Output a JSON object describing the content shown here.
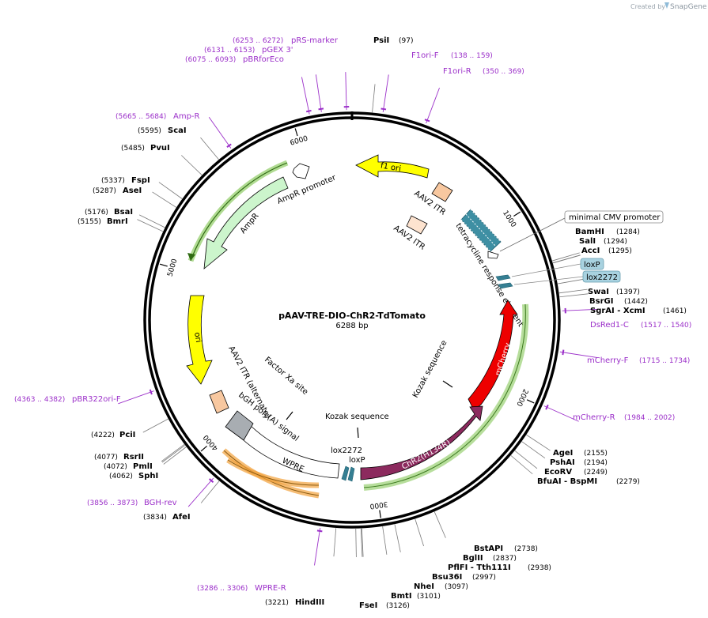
{
  "credit": {
    "prefix": "Created by",
    "brand": "SnapGene"
  },
  "plasmid": {
    "name": "pAAV-TRE-DIO-ChR2-TdTomato",
    "size_label": "6288 bp",
    "length": 6288
  },
  "ticks": [
    {
      "pos": 1000,
      "label": "1000"
    },
    {
      "pos": 2000,
      "label": "2000"
    },
    {
      "pos": 3000,
      "label": "3000"
    },
    {
      "pos": 4000,
      "label": "4000"
    },
    {
      "pos": 5000,
      "label": "5000"
    },
    {
      "pos": 6000,
      "label": "6000"
    }
  ],
  "sites": [
    {
      "name": "PsiI",
      "coord": "(97)",
      "pos": 97
    },
    {
      "name": "BamHI",
      "coord": "(1284)",
      "pos": 1284
    },
    {
      "name": "SalI",
      "coord": "(1294)",
      "pos": 1294
    },
    {
      "name": "AccI",
      "coord": "(1295)",
      "pos": 1295
    },
    {
      "name": "SwaI",
      "coord": "(1397)",
      "pos": 1397
    },
    {
      "name": "BsrGI",
      "coord": "(1442)",
      "pos": 1442
    },
    {
      "name": "SgrAI - XcmI",
      "coord": "(1461)",
      "pos": 1461
    },
    {
      "name": "AgeI",
      "coord": "(2155)",
      "pos": 2155
    },
    {
      "name": "PshAI",
      "coord": "(2194)",
      "pos": 2194
    },
    {
      "name": "EcoRV",
      "coord": "(2249)",
      "pos": 2249
    },
    {
      "name": "BfuAI - BspMI",
      "coord": "(2279)",
      "pos": 2279
    },
    {
      "name": "BstAPI",
      "coord": "(2738)",
      "pos": 2738
    },
    {
      "name": "BglII",
      "coord": "(2837)",
      "pos": 2837
    },
    {
      "name": "PflFI - Tth111I",
      "coord": "(2938)",
      "pos": 2938
    },
    {
      "name": "Bsu36I",
      "coord": "(2997)",
      "pos": 2997
    },
    {
      "name": "NheI",
      "coord": "(3097)",
      "pos": 3097
    },
    {
      "name": "BmtI",
      "coord": "(3101)",
      "pos": 3101
    },
    {
      "name": "FseI",
      "coord": "(3126)",
      "pos": 3126
    },
    {
      "name": "HindIII",
      "coord": "(3221)",
      "pos": 3221
    },
    {
      "name": "AfeI",
      "coord": "(3834)",
      "pos": 3834
    },
    {
      "name": "SphI",
      "coord": "(4062)",
      "pos": 4062
    },
    {
      "name": "PmlI",
      "coord": "(4072)",
      "pos": 4072
    },
    {
      "name": "RsrII",
      "coord": "(4077)",
      "pos": 4077
    },
    {
      "name": "PciI",
      "coord": "(4222)",
      "pos": 4222
    },
    {
      "name": "BmrI",
      "coord": "(5155)",
      "pos": 5155
    },
    {
      "name": "BsaI",
      "coord": "(5176)",
      "pos": 5176
    },
    {
      "name": "AseI",
      "coord": "(5287)",
      "pos": 5287
    },
    {
      "name": "FspI",
      "coord": "(5337)",
      "pos": 5337
    },
    {
      "name": "PvuI",
      "coord": "(5485)",
      "pos": 5485
    },
    {
      "name": "ScaI",
      "coord": "(5595)",
      "pos": 5595
    }
  ],
  "primers": [
    {
      "name": "F1ori-F",
      "range": "(138 .. 159)",
      "pos": 148
    },
    {
      "name": "F1ori-R",
      "range": "(350 .. 369)",
      "pos": 360
    },
    {
      "name": "DsRed1-C",
      "range": "(1517 .. 1540)",
      "pos": 1528
    },
    {
      "name": "mCherry-F",
      "range": "(1715 .. 1734)",
      "pos": 1724
    },
    {
      "name": "mCherry-R",
      "range": "(1984 .. 2002)",
      "pos": 1993
    },
    {
      "name": "WPRE-R",
      "range": "(3286 .. 3306)",
      "pos": 3296
    },
    {
      "name": "BGH-rev",
      "range": "(3856 .. 3873)",
      "pos": 3864
    },
    {
      "name": "pBR322ori-F",
      "range": "(4363 .. 4382)",
      "pos": 4372
    },
    {
      "name": "Amp-R",
      "range": "(5665 .. 5684)",
      "pos": 5674
    },
    {
      "name": "pBRforEco",
      "range": "(6075 .. 6093)",
      "pos": 6084
    },
    {
      "name": "pGEX 3'",
      "range": "(6131 .. 6153)",
      "pos": 6142
    },
    {
      "name": "pRS-marker",
      "range": "(6253 .. 6272)",
      "pos": 6262
    }
  ],
  "features": {
    "f1_ori": "f1 ori",
    "aav2_itr_1": "AAV2 ITR",
    "aav2_itr_2": "AAV2 ITR",
    "tre": "tetracycline response element",
    "min_cmv": "minimal CMV promoter",
    "loxp_box": "loxP",
    "lox2272_box": "lox2272",
    "mcherry": "mCherry",
    "kozak_1": "Kozak sequence",
    "kozak_2": "Kozak sequence",
    "chr2": "ChR2(H134R)",
    "lox2272_label": "lox2272",
    "loxp_label": "loxP",
    "wpre": "WPRE",
    "bgh": "bGH poly(A) signal",
    "aav2_itr_alt": "AAV2 ITR (alternate)",
    "factor_xa": "Factor Xa site",
    "ori": "ori",
    "ampr": "AmpR",
    "ampr_promoter": "AmpR promoter"
  },
  "colors": {
    "backbone": "#000000",
    "primer": "#9b2fc9",
    "f1_ori": "#ffff00",
    "ori": "#ffff00",
    "itr": "#f8c8a0",
    "mcherry": "#ee0000",
    "chr2": "#8c2a5e",
    "ampr": "#ccf5cc",
    "wpre": "#ffffff",
    "bgh": "#a8adb2",
    "tre": "#3e8fa3",
    "lox": "#357f93",
    "highlight_green": "#7bc34a",
    "highlight_orange": "#f2a13a"
  }
}
